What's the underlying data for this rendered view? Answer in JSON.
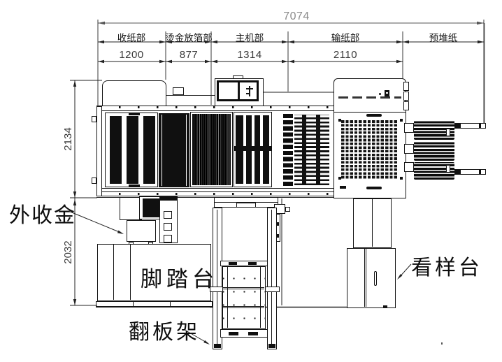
{
  "drawing": {
    "overall_width": "7074",
    "sections": [
      {
        "label": "收纸部",
        "width": "1200"
      },
      {
        "label": "烫金放箔部",
        "width": "877"
      },
      {
        "label": "主机部",
        "width": "1314"
      },
      {
        "label": "输纸部",
        "width": "2110"
      },
      {
        "label": "预堆纸",
        "width": ""
      }
    ],
    "upper_height": "2134",
    "lower_height": "2032",
    "callouts": {
      "foil_collector": "外收金",
      "foot_platform": "脚踏台",
      "sample_table": "看样台",
      "flip_rack": "翻板架"
    }
  }
}
